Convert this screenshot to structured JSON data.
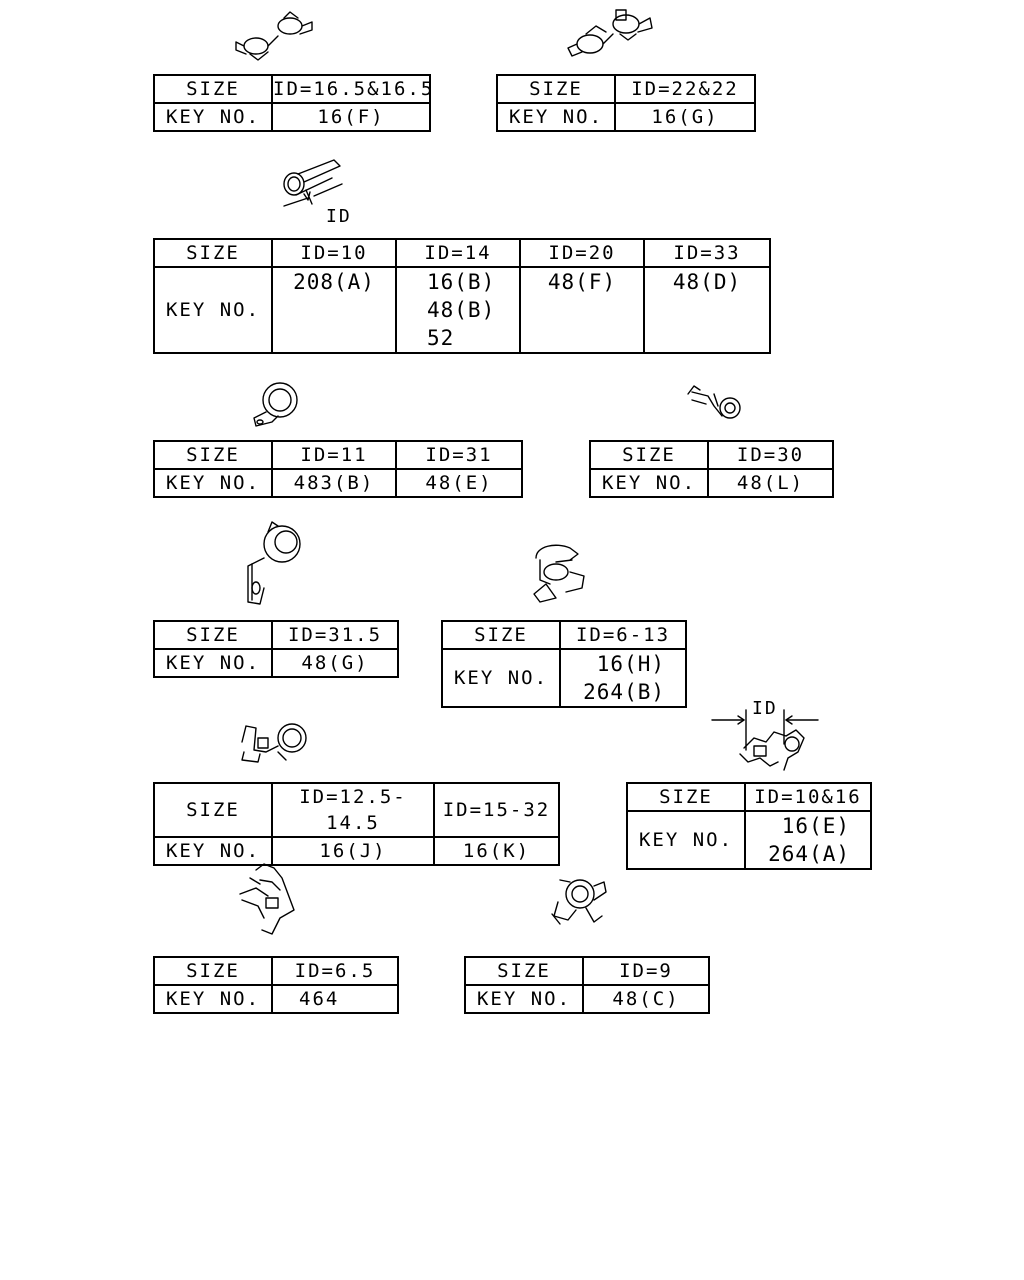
{
  "labels": {
    "size": "SIZE",
    "key_no": "KEY NO."
  },
  "dimension_label": "ID",
  "parts": [
    {
      "id": "clamp-1",
      "sizes": [
        "ID=16.5&16.5"
      ],
      "keys": [
        [
          "16(F)"
        ]
      ]
    },
    {
      "id": "clamp-2",
      "sizes": [
        "ID=22&22"
      ],
      "keys": [
        [
          "16(G)"
        ]
      ]
    },
    {
      "id": "clamp-3",
      "sizes": [
        "ID=10",
        "ID=14",
        "ID=20",
        "ID=33"
      ],
      "keys": [
        [
          "208(A)"
        ],
        [
          "16(B)",
          "48(B)",
          "52"
        ],
        [
          "48(F)"
        ],
        [
          "48(D)"
        ]
      ]
    },
    {
      "id": "clamp-4",
      "sizes": [
        "ID=11",
        "ID=31"
      ],
      "keys": [
        [
          "483(B)"
        ],
        [
          "48(E)"
        ]
      ]
    },
    {
      "id": "clamp-5",
      "sizes": [
        "ID=30"
      ],
      "keys": [
        [
          "48(L)"
        ]
      ]
    },
    {
      "id": "clamp-6",
      "sizes": [
        "ID=31.5"
      ],
      "keys": [
        [
          "48(G)"
        ]
      ]
    },
    {
      "id": "clamp-7",
      "sizes": [
        "ID=6-13"
      ],
      "keys": [
        [
          "16(H)",
          "264(B)"
        ]
      ]
    },
    {
      "id": "clamp-8",
      "sizes": [
        "ID=12.5-14.5",
        "ID=15-32"
      ],
      "keys": [
        [
          "16(J)"
        ],
        [
          "16(K)"
        ]
      ]
    },
    {
      "id": "clamp-9",
      "sizes": [
        "ID=10&16"
      ],
      "keys": [
        [
          "16(E)",
          "264(A)"
        ]
      ]
    },
    {
      "id": "clamp-10",
      "sizes": [
        "ID=6.5"
      ],
      "keys": [
        [
          "464"
        ]
      ]
    },
    {
      "id": "clamp-11",
      "sizes": [
        "ID=9"
      ],
      "keys": [
        [
          "48(C)"
        ]
      ]
    }
  ]
}
